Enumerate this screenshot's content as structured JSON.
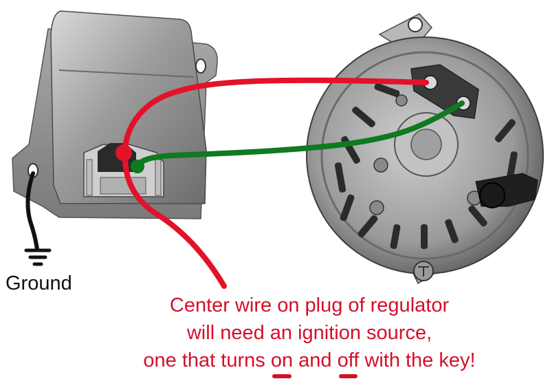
{
  "labels": {
    "ground": "Ground",
    "note_line1": "Center wire on plug of regulator",
    "note_line2": "will need an ignition source,",
    "note_line3_a": "one that turns ",
    "note_line3_on": "on",
    "note_line3_b": " and ",
    "note_line3_off": "off",
    "note_line3_c": " with the key!"
  },
  "colors": {
    "red_wire": "#e3122a",
    "green_wire": "#0f7a1f",
    "ground_wire": "#111111",
    "caption_text": "#d4102a"
  },
  "components": {
    "regulator": "voltage regulator",
    "alternator": "alternator"
  }
}
